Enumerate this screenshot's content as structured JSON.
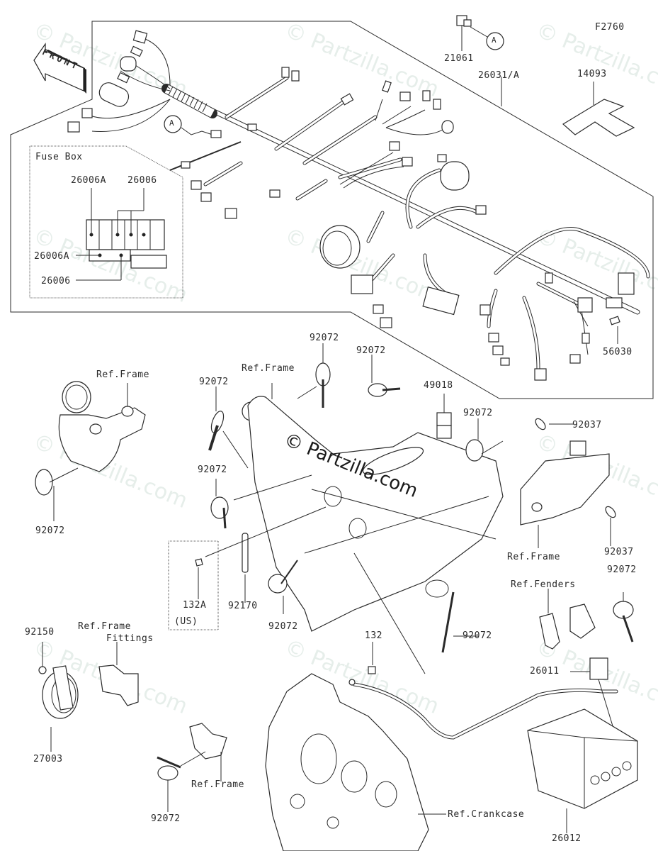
{
  "figure_code": "F2760",
  "front_arrow_label": "FRONT",
  "watermark": "© Partzilla.com",
  "callout_ref": "A",
  "fuse_box": {
    "title": "Fuse Box",
    "labels": [
      "26006A",
      "26006",
      "26006A",
      "26006"
    ]
  },
  "parts": {
    "p21061": "21061",
    "p26031A": "26031/A",
    "p14093": "14093",
    "p56030": "56030",
    "p49018": "49018",
    "p92037_top": "92037",
    "p92037_bot": "92037",
    "p92072_a": "92072",
    "p92072_b": "92072",
    "p92072_c": "92072",
    "p92072_d": "92072",
    "p92072_e": "92072",
    "p92072_f": "92072",
    "p92072_g": "92072",
    "p92072_h": "92072",
    "p92072_i": "92072",
    "p92072_j": "92072",
    "p132A": "132A",
    "p132A_region": "(US)",
    "p92170": "92170",
    "p132": "132",
    "p92150": "92150",
    "p27003": "27003",
    "p26011": "26011",
    "p26012": "26012"
  },
  "refs": {
    "frame_left": "Ref.Frame",
    "frame_center": "Ref.Frame",
    "frame_right": "Ref.Frame",
    "fenders": "Ref.Fenders",
    "frame_fittings_1": "Ref.Frame",
    "frame_fittings_2": "Fittings",
    "frame_bottom": "Ref.Frame",
    "crankcase": "Ref.Crankcase"
  }
}
